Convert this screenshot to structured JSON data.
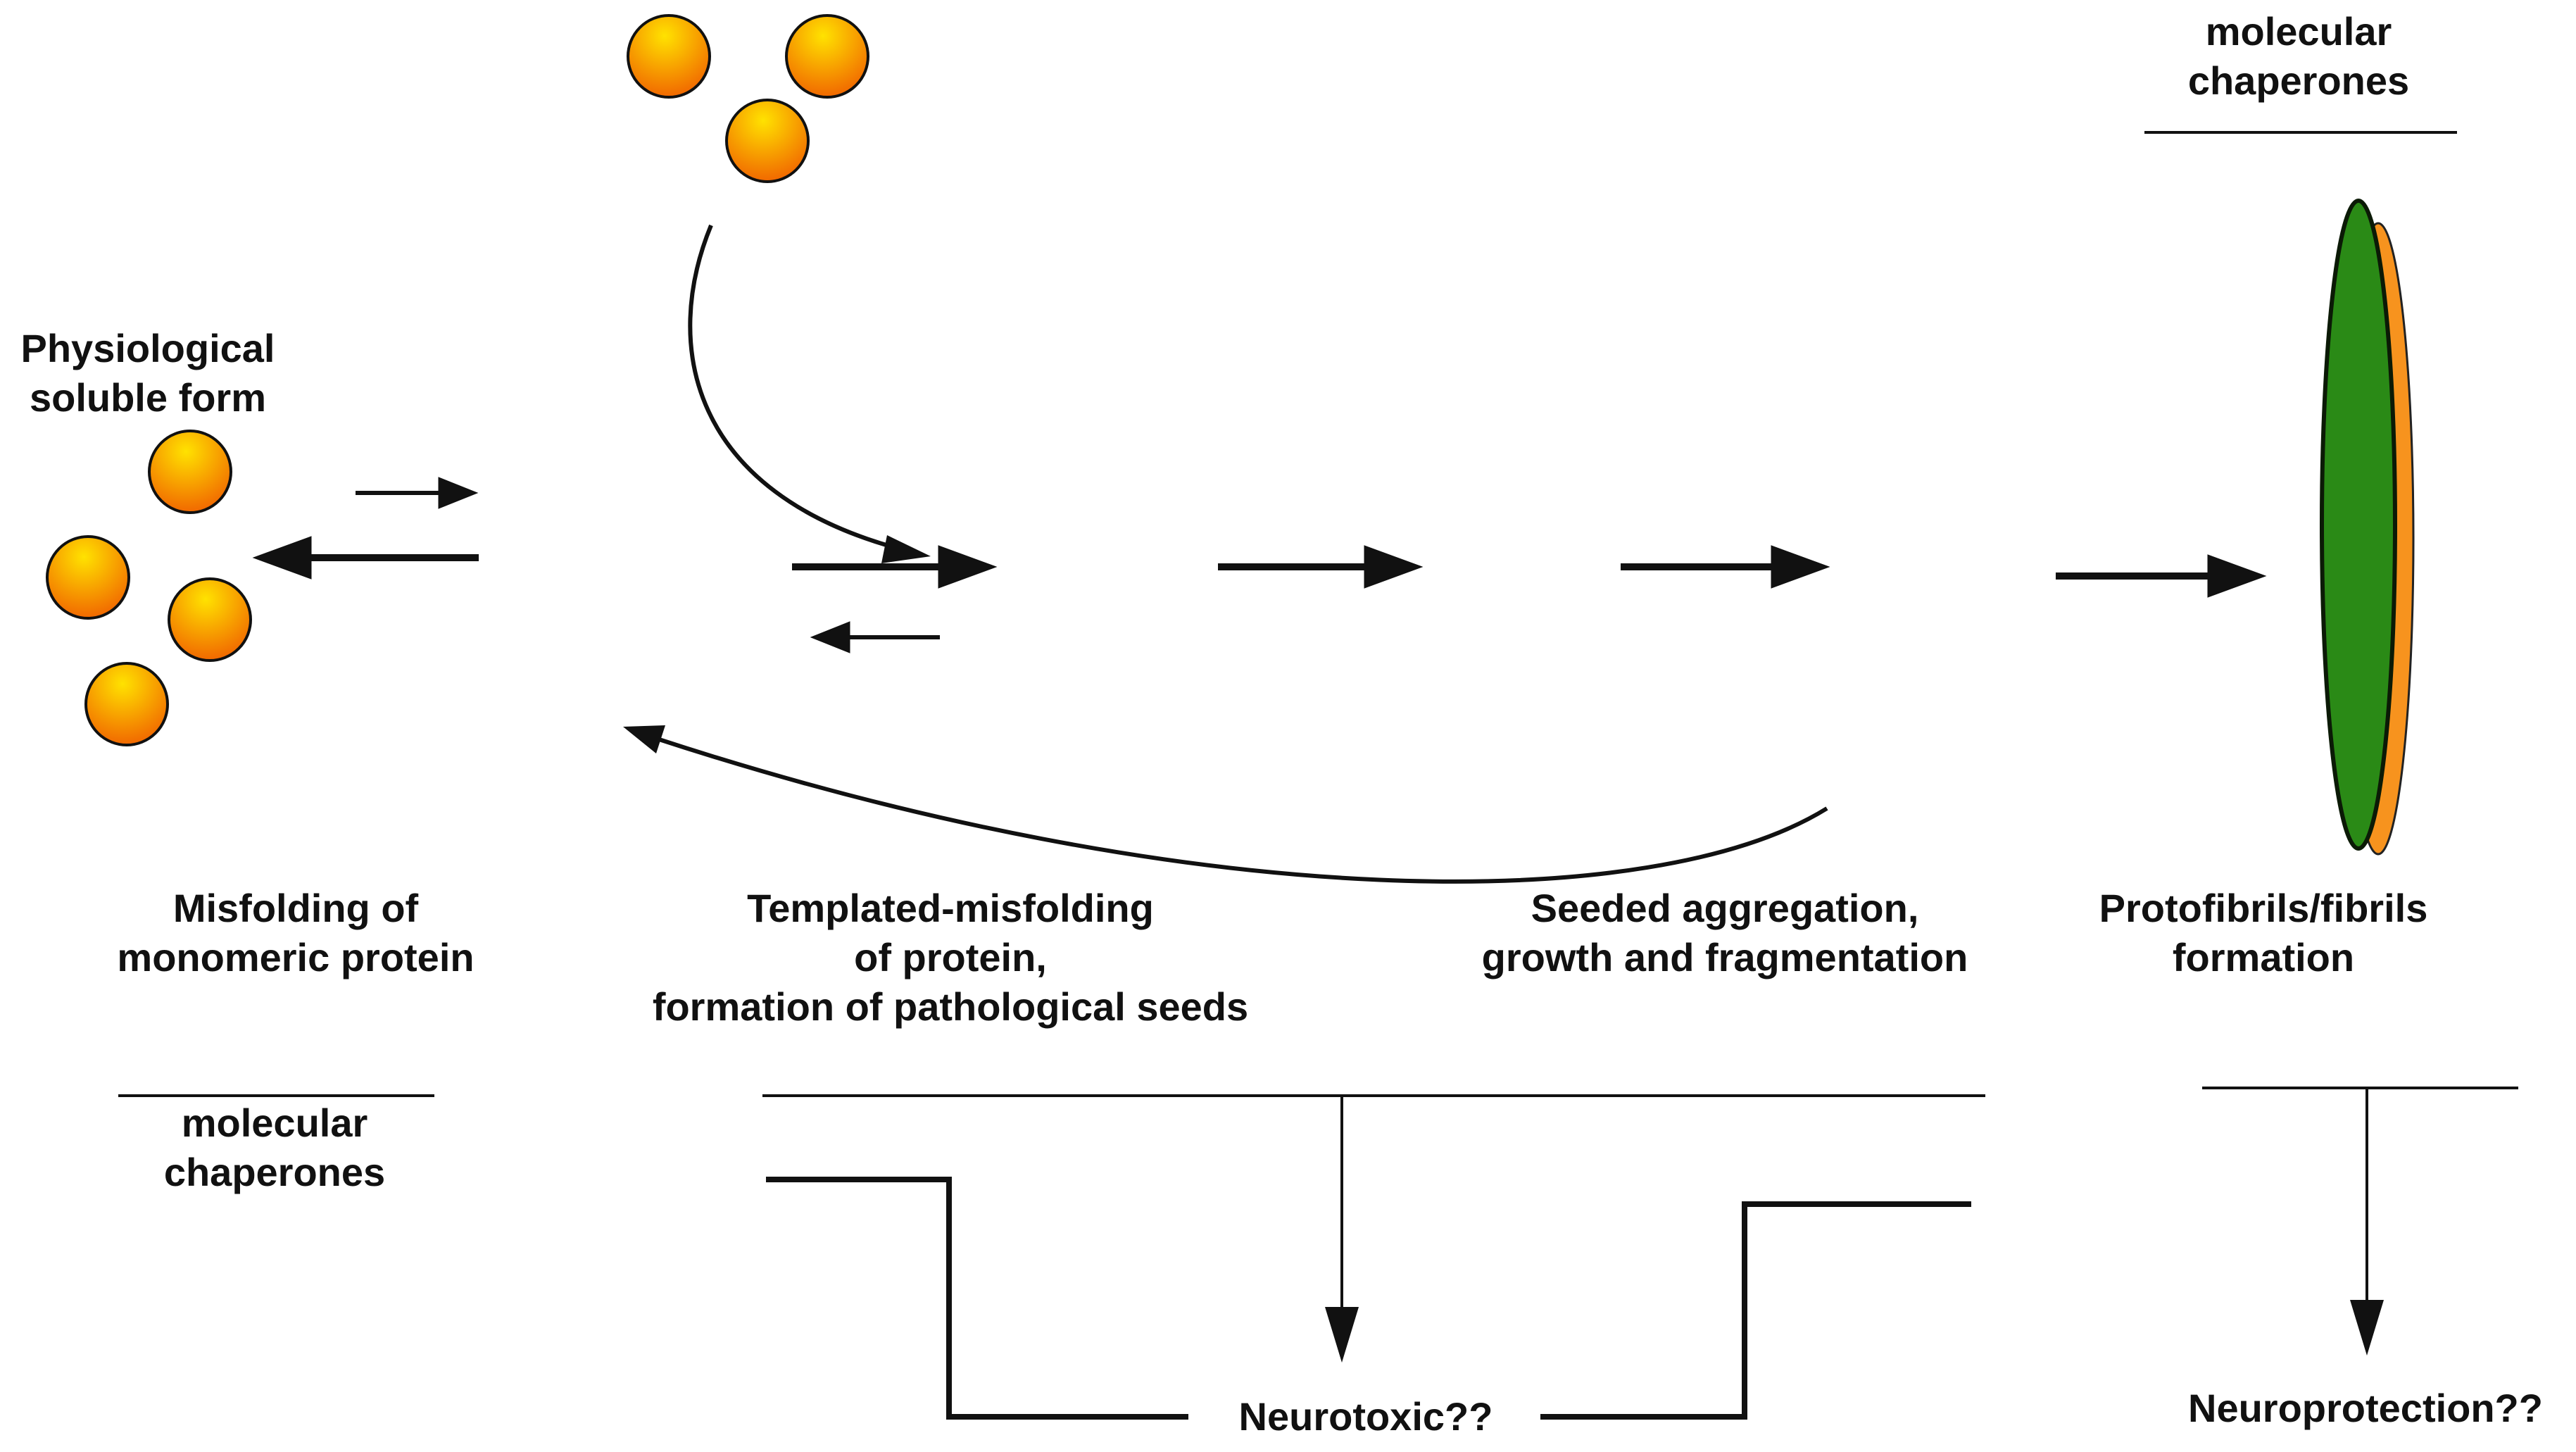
{
  "colors": {
    "orange_light": "#ffd700",
    "orange_dark": "#f26b00",
    "green": "#2a8a16",
    "outline": "#0b1a06",
    "line": "#111111",
    "text": "#111111"
  },
  "labels": {
    "top_right_chaperones": [
      "molecular",
      "chaperones"
    ],
    "physiological": [
      "Physiological",
      "soluble form"
    ],
    "misfolding": [
      "Misfolding of",
      "monomeric protein"
    ],
    "templated": [
      "Templated-misfolding",
      "of protein,",
      "formation of pathological seeds"
    ],
    "seeded": [
      "Seeded aggregation,",
      "growth and fragmentation"
    ],
    "protofibrils": [
      "Protofibrils/fibrils",
      "formation"
    ],
    "bottom_left_chaperones": [
      "molecular",
      "chaperones"
    ],
    "neurotoxic": "Neurotoxic??",
    "neuroprotection": "Neuroprotection??"
  }
}
